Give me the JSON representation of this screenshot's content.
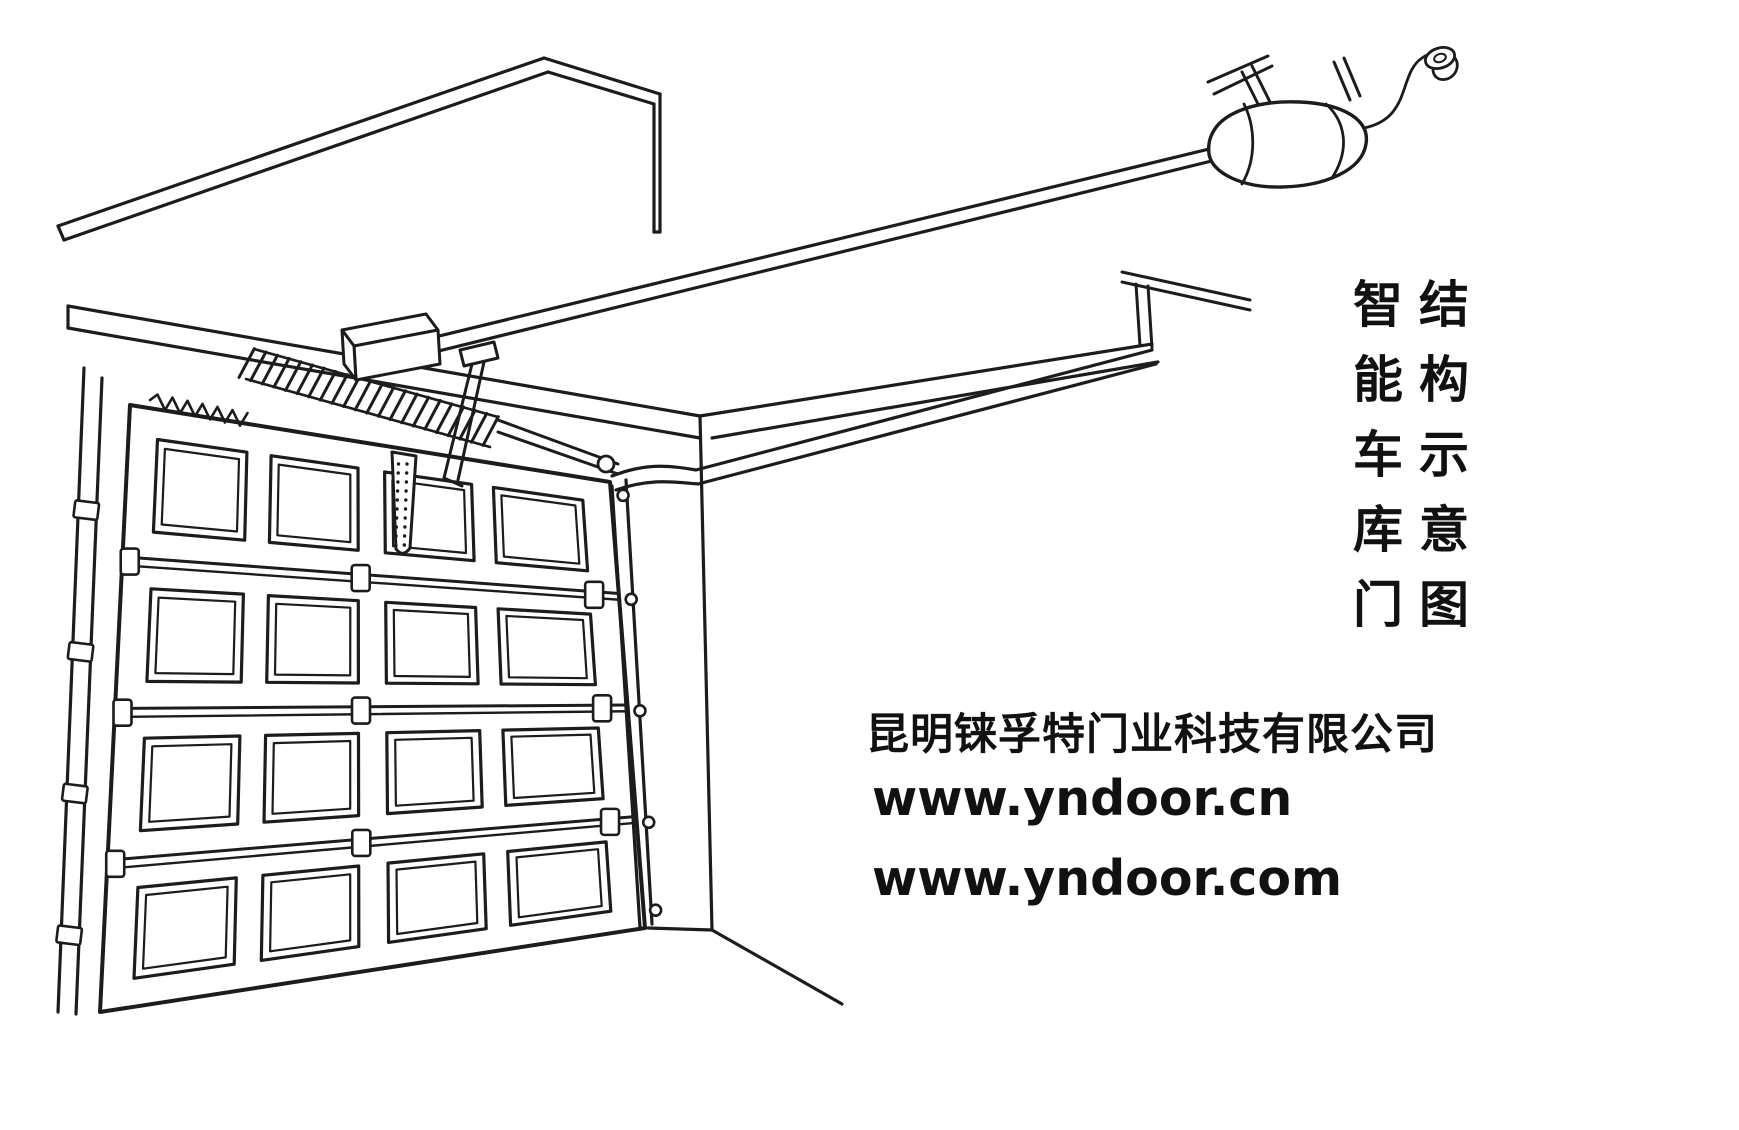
{
  "diagram_labels": {
    "title_col_left": "智能车库门",
    "title_col_right": "结构示意图"
  },
  "footer": {
    "company_name": "昆明铼孚特门业科技有限公司",
    "website_cn": "www.yndoor.cn",
    "website_com": "www.yndoor.com"
  },
  "colors": {
    "line": "#1c1c1c",
    "background": "#ffffff",
    "text": "#111111"
  }
}
